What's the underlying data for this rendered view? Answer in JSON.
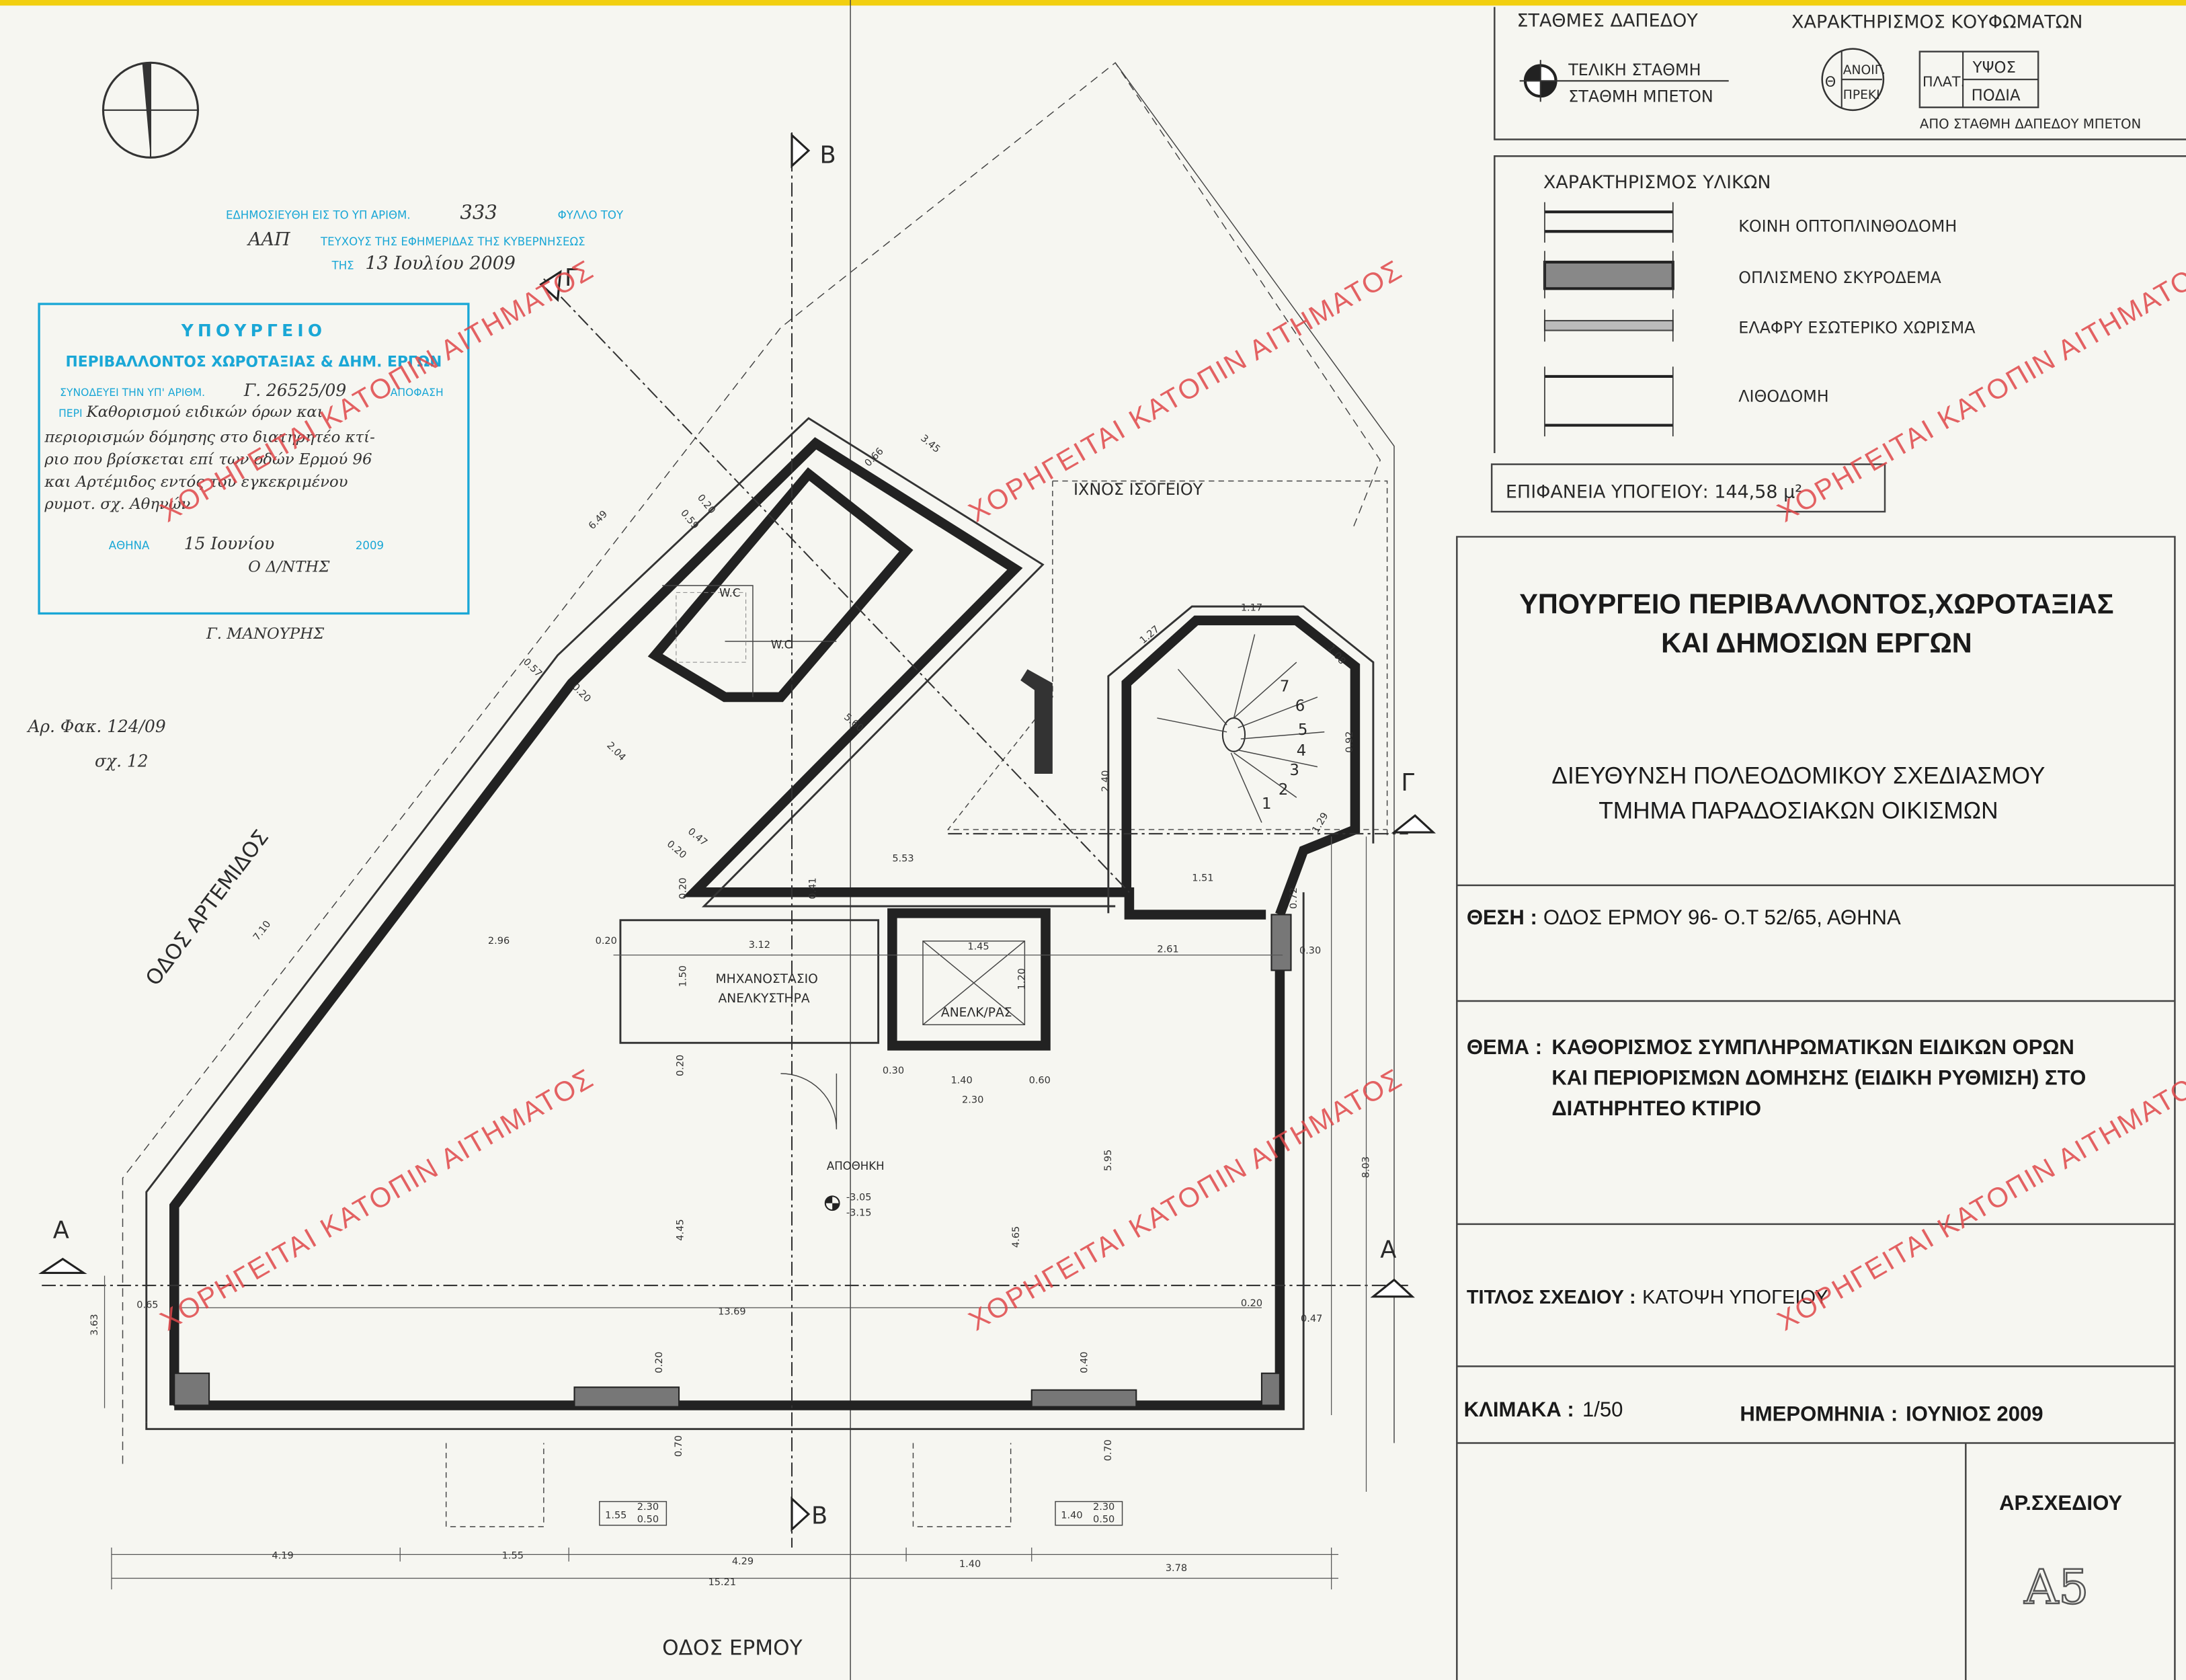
{
  "legend": {
    "levels_title": "ΣΤΑΘΜΕΣ ΔΑΠΕΔΟΥ",
    "final_level": "ΤΕΛΙΚΗ ΣΤΑΘΜΗ",
    "concrete_level": "ΣΤΑΘΜΗ ΜΠΕΤΟΝ",
    "openings_title": "ΧΑΡΑΚΤΗΡΙΣΜΟΣ ΚΟΥΦΩΜΑΤΩΝ",
    "theta": "Θ",
    "opening": "ΑΝΟΙΓ.",
    "lintel": "ΠΡΕΚΙ",
    "width": "ΠΛΑΤ.",
    "height": "ΥΨΟΣ",
    "sill": "ΠΟΔΙΑ",
    "from_level": "ΑΠΟ ΣΤΑΘΜΗ ΔΑΠΕΔΟΥ ΜΠΕΤΟΝ",
    "materials_title": "ΧΑΡΑΚΤΗΡΙΣΜΟΣ ΥΛΙΚΩΝ",
    "materials": [
      "ΚΟΙΝΗ ΟΠΤΟΠΛΙΝΘΟΔΟΜΗ",
      "ΟΠΛΙΣΜΕΝΟ ΣΚΥΡΟΔΕΜΑ",
      "ΕΛΑΦΡΥ ΕΣΩΤΕΡΙΚΟ ΧΩΡΙΣΜΑ",
      "ΛΙΘΟΔΟΜΗ"
    ],
    "area": "ΕΠΙΦΑΝΕΙΑ ΥΠΟΓΕΙΟΥ: 144,58 μ²"
  },
  "title_block": {
    "ministry_line1": "ΥΠΟΥΡΓΕΙΟ ΠΕΡΙΒΑΛΛΟΝΤΟΣ,ΧΩΡΟΤΑΞΙΑΣ",
    "ministry_line2": "ΚΑΙ ΔΗΜΟΣΙΩΝ ΕΡΓΩΝ",
    "dept_line1": "ΔΙΕΥΘΥΝΣΗ ΠΟΛΕΟΔΟΜΙΚΟΥ ΣΧΕΔΙΑΣΜΟΥ",
    "dept_line2": "ΤΜΗΜΑ ΠΑΡΑΔΟΣΙΑΚΩΝ ΟΙΚΙΣΜΩΝ",
    "location_label": "ΘΕΣΗ :",
    "location": "ΟΔΟΣ ΕΡΜΟΥ 96- Ο.Τ 52/65, ΑΘΗΝΑ",
    "subject_label": "ΘΕΜΑ :",
    "subject_lines": [
      "ΚΑΘΟΡΙΣΜΟΣ ΣΥΜΠΛΗΡΩΜΑΤΙΚΩΝ ΕΙΔΙΚΩΝ ΟΡΩΝ",
      "ΚΑΙ ΠΕΡΙΟΡΙΣΜΩΝ ΔΟΜΗΣΗΣ (ΕΙΔΙΚΗ ΡΥΘΜΙΣΗ) ΣΤΟ",
      "ΔΙΑΤΗΡΗΤΕΟ ΚΤΙΡΙΟ"
    ],
    "drawing_title_label": "ΤΙΤΛΟΣ ΣΧΕΔΙΟΥ :",
    "drawing_title": "ΚΑΤΟΨΗ ΥΠΟΓΕΙΟΥ",
    "scale_label": "ΚΛΙΜΑΚΑ :",
    "scale": "1/50",
    "date_label": "ΗΜΕΡΟΜΗΝΙΑ :",
    "date": "ΙΟΥΝΙΟΣ 2009",
    "drawing_no_label": "ΑΡ.ΣΧΕΔΙΟΥ",
    "drawing_no": "Α5"
  },
  "publication": {
    "line1": "ΕΔΗΜΟΣΙΕΥΘΗ ΕΙΣ ΤΟ ΥΠ ΑΡΙΘΜ.",
    "number": "333",
    "sheet": "ΦΥΛΛΟ ΤΟΥ",
    "issue": "ΑΑΠ",
    "line2": "ΤΕΥΧΟΥΣ ΤΗΣ ΕΦΗΜΕΡΙΔΑΣ ΤΗΣ ΚΥΒΕΡΝΗΣΕΩΣ",
    "the": "ΤΗΣ",
    "date": "13 Ιουλίου 2009"
  },
  "stamp": {
    "title1": "ΥΠΟΥΡΓΕΙΟ",
    "title2": "ΠΕΡΙΒΑΛΛΟΝΤΟΣ ΧΩΡΟΤΑΞΙΑΣ & ΔΗΜ. ΕΡΓΩΝ",
    "accompanies": "ΣΥΝΟΔΕΥΕΙ ΤΗΝ ΥΠ' ΑΡΙΘΜ.",
    "decision_no": "Γ. 26525/09",
    "decision": "ΑΠΟΦΑΣΗ",
    "about": "ΠΕΡΙ",
    "text_lines": [
      "Καθορισμού ειδικών όρων και",
      "περιορισμών δόμησης στο διατηρητέο κτί-",
      "ριο που βρίσκεται επί των οδών Ερμού 96",
      "και Αρτέμιδος εντός του εγκεκριμένου",
      "ρυμοτ. σχ. Αθηνών"
    ],
    "city": "ΑΘΗΝΑ",
    "date": "15 Ιουνίου",
    "year": "2009",
    "signer": "Ο Δ/ΝΤΗΣ",
    "signature_name": "Γ. ΜΑΝΟΥΡΗΣ"
  },
  "file_note": {
    "line1": "Αρ. Φακ. 124/09",
    "line2": "σχ. 12"
  },
  "watermark": "ΧΟΡΗΓΕΙΤΑΙ ΚΑΤΟΠΙΝ ΑΙΤΗΜΑΤΟΣ",
  "plan": {
    "street_artemidos": "ΟΔΟΣ ΑΡΤΕΜΙΔΟΣ",
    "street_ermou": "ΟΔΟΣ ΕΡΜΟΥ",
    "ground_trace": "ΙΧΝΟΣ ΙΣΟΓΕΙΟΥ",
    "machine_room": [
      "ΜΗΧΑΝΟΣΤΑΣΙΟ",
      "ΑΝΕΛΚΥΣΤΗΡΑ"
    ],
    "elevator": "ΑΝΕΛΚ/ΡΑΣ",
    "storage": "ΑΠΟΘΗΚΗ",
    "wc": "W.C",
    "level_final": "-3.05",
    "level_concrete": "-3.15",
    "section_a": "Α",
    "section_b": "Β",
    "section_g": "Γ",
    "stair_steps": [
      "1",
      "2",
      "3",
      "4",
      "5",
      "6",
      "7"
    ],
    "dims": [
      "6.49",
      "3.45",
      "0.66",
      "0.20",
      "0.59",
      "0.57",
      "0.20",
      "2.04",
      "5.60",
      "0.47",
      "0.20",
      "5.53",
      "0.41",
      "0.20",
      "3.12",
      "2.96",
      "0.20",
      "1.50",
      "1.45",
      "1.20",
      "2.61",
      "0.30",
      "1.51",
      "0.72",
      "1.17",
      "1.27",
      "1.08",
      "0.92",
      "2.40",
      "1.29",
      "0.20",
      "0.30",
      "1.40",
      "0.60",
      "2.30",
      "5.95",
      "8.03",
      "4.45",
      "4.65",
      "0.65",
      "13.69",
      "0.20",
      "0.47",
      "3.63",
      "0.20",
      "0.40",
      "0.70",
      "0.70",
      "7.10",
      "4.19",
      "1.55",
      "4.29",
      "1.40",
      "3.78",
      "15.21",
      "1.55",
      "2.30",
      "0.50",
      "1.40",
      "2.30",
      "0.50"
    ]
  }
}
